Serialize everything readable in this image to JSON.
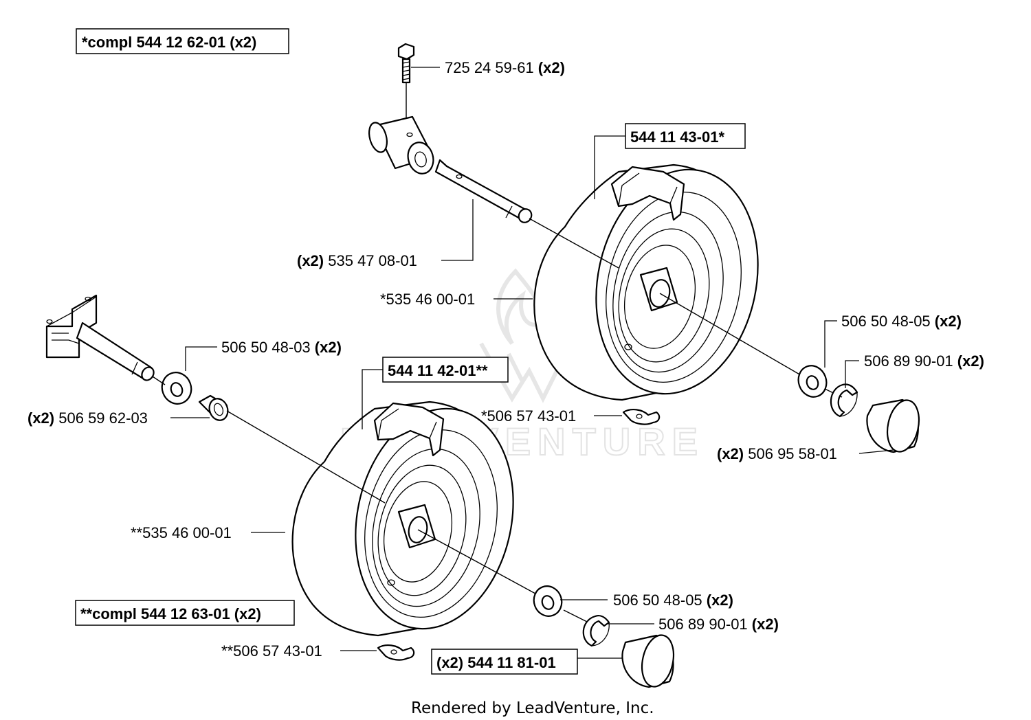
{
  "diagram": {
    "kit_labels": {
      "kit_a": "*compl 544 12 62-01 (x2)",
      "kit_b": "**compl 544 12 63-01 (x2)"
    },
    "assembly_labels": {
      "wheel_upper": "544 11 43-01*",
      "wheel_lower": "544 11 42-01**",
      "hubcap_kit": "(x2) 544 11 81-01"
    },
    "callouts": {
      "bolt": {
        "number": "725 24 59-61",
        "qty": "(x2)"
      },
      "shaft": {
        "qty": "(x2)",
        "number": "535 47 08-01"
      },
      "tire_upper": {
        "number": "*535 46 00-01"
      },
      "washer_axle": {
        "number": "506 50 48-03",
        "qty": "(x2)"
      },
      "bushing": {
        "qty": "(x2)",
        "number": "506 59 62-03"
      },
      "washer_upper": {
        "number": "506 50 48-05",
        "qty": "(x2)"
      },
      "clip_upper": {
        "number": "506 89 90-01",
        "qty": "(x2)"
      },
      "key_upper": {
        "number": "*506 57 43-01"
      },
      "cap_upper": {
        "qty": "(x2)",
        "number": "506 95 58-01"
      },
      "tire_lower": {
        "number": "**535 46 00-01"
      },
      "washer_lower": {
        "number": "506 50 48-05",
        "qty": "(x2)"
      },
      "clip_lower": {
        "number": "506 89 90-01",
        "qty": "(x2)"
      },
      "key_lower": {
        "number": "**506 57 43-01"
      }
    },
    "watermark": "LEADVENTURE",
    "footer": "Rendered by LeadVenture, Inc."
  }
}
